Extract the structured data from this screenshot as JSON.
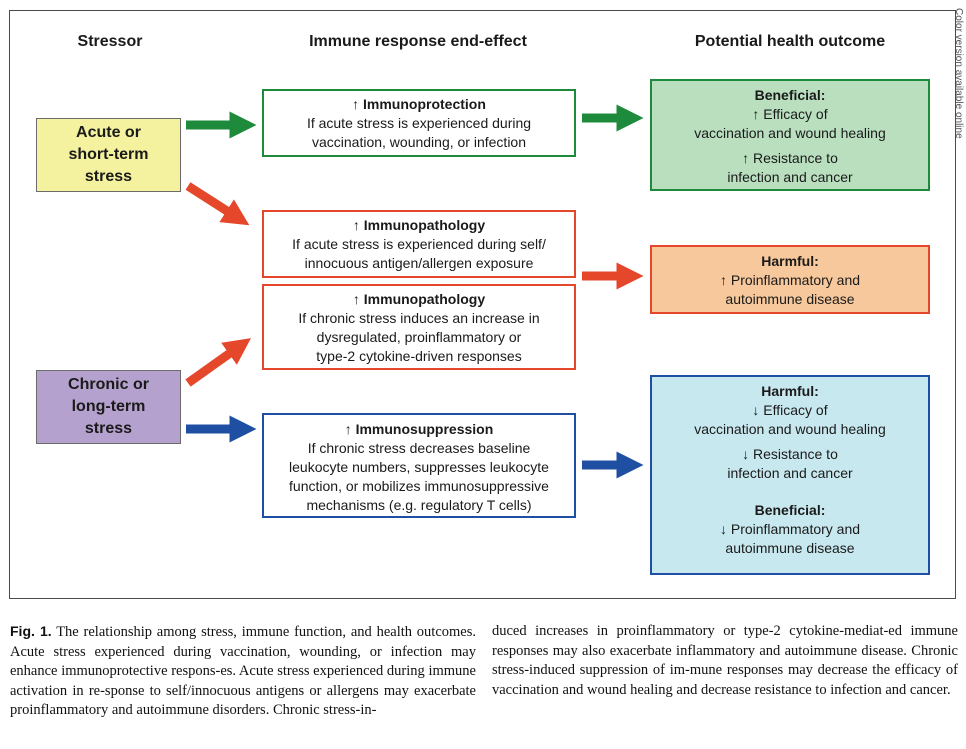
{
  "side_note": "Color version available online",
  "headers": {
    "stressor": "Stressor",
    "immune": "Immune response end-effect",
    "outcome": "Potential health outcome"
  },
  "stressors": {
    "acute": {
      "line1": "Acute or",
      "line2": "short-term",
      "line3": "stress",
      "fill": "#f4f29e"
    },
    "chronic": {
      "line1": "Chronic or",
      "line2": "long-term",
      "line3": "stress",
      "fill": "#b5a1cd"
    }
  },
  "immune": {
    "protection": {
      "title": "↑ Immunoprotection",
      "lines": [
        "If acute stress is experienced during",
        "vaccination, wounding, or infection"
      ]
    },
    "pathology_acute": {
      "title": "↑ Immunopathology",
      "lines": [
        "If acute stress is experienced during self/",
        "innocuous antigen/allergen exposure"
      ]
    },
    "pathology_chronic": {
      "title": "↑ Immunopathology",
      "lines": [
        "If chronic stress induces an increase in",
        "dysregulated, proinflammatory or",
        "type-2 cytokine-driven responses"
      ]
    },
    "suppression": {
      "title": "↑ Immunosuppression",
      "lines": [
        "If chronic stress decreases baseline",
        "leukocyte numbers, suppresses leukocyte",
        "function, or mobilizes immunosuppressive",
        "mechanisms (e.g. regulatory T cells)"
      ]
    }
  },
  "outcomes": {
    "beneficial": {
      "title": "Beneficial:",
      "lines": [
        "↑ Efficacy of",
        "vaccination and wound healing",
        "↑ Resistance to",
        "infection and cancer"
      ]
    },
    "harmful": {
      "title": "Harmful:",
      "lines": [
        "↑ Proinflammatory and",
        "autoimmune disease"
      ]
    },
    "mixed": {
      "title1": "Harmful:",
      "lines1": [
        "↓ Efficacy of",
        "vaccination and wound healing",
        "↓ Resistance to",
        "infection and cancer"
      ],
      "title2": "Beneficial:",
      "lines2": [
        "↓ Proinflammatory and",
        "autoimmune disease"
      ]
    }
  },
  "colors": {
    "green": "#1e8b3c",
    "red": "#e5472b",
    "blue": "#1f4fa3",
    "green_fill": "#b9dfbf",
    "orange_fill": "#f7c89b",
    "blue_fill": "#c8e8ef"
  },
  "caption": {
    "label": "Fig. 1.",
    "col1": " The relationship among stress, immune function, and health outcomes. Acute stress experienced during vaccination, wounding, or infection may enhance immunoprotective respons-es. Acute stress experienced during immune activation in re-sponse to self/innocuous antigens or allergens may exacerbate proinflammatory and autoimmune disorders. Chronic stress-in-",
    "col2": "duced increases in proinflammatory or type-2 cytokine-mediat-ed immune responses may also exacerbate inflammatory and autoimmune disease. Chronic stress-induced suppression of im-mune responses may decrease the efficacy of vaccination and wound healing and decrease resistance to infection and cancer."
  }
}
